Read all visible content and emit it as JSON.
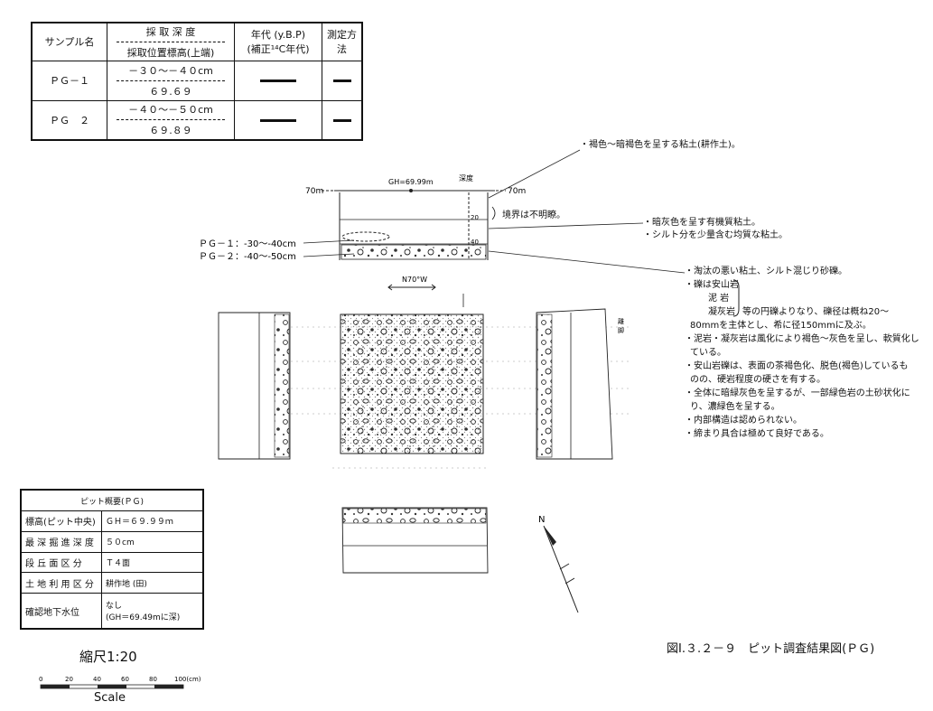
{
  "sample_table": {
    "headers": {
      "sample_name": "サンプル名",
      "depth_top": "採 取 深 度",
      "depth_bottom": "採取位置標高(上端)",
      "age_top": "年代 (y.B.P)",
      "age_bottom": "(補正¹⁴C年代)",
      "method": "測定方法"
    },
    "rows": [
      {
        "name": "ＰＧ－１",
        "depth": "－３０～－４０cm",
        "elevation": "６９.６９"
      },
      {
        "name": "ＰＧ　２",
        "depth": "－４０～－５０cm",
        "elevation": "６９.８９"
      }
    ]
  },
  "section": {
    "elev_left": "70m",
    "elev_right": "70m",
    "gh_label": "GH=69.99m",
    "depth_header": "深度",
    "depth_20": "20",
    "depth_40": "40",
    "pg1_label": "ＰＧ－１：-30～-40cm",
    "pg2_label": "ＰＧ－２：-40～-50cm",
    "direction_label": "N70°W",
    "side_label_a": "離",
    "side_label_b": "脚"
  },
  "notes": {
    "top1": "・褐色～暗褐色を呈する粘土(耕作土)。",
    "boundary": "境界は不明瞭。",
    "layer2a": "・暗灰色を呈す有機質粘土。",
    "layer2b": "・シルト分を少量含む均質な粘土。",
    "layer3": [
      "・淘汰の悪い粘土、シルト混じり砂礫。",
      "・礫は安山岩",
      "泥 岩",
      "凝灰岩",
      "等の円礫よりなり、礫径は概ね20～",
      "80mmを主体とし、希に径150mmに及ぶ。",
      "・泥岩・凝灰岩は風化により褐色～灰色を呈し、軟質化し",
      "ている。",
      "・安山岩礫は、表面の茶褐色化、脱色(褐色)しているも",
      "のの、硬岩程度の硬さを有する。",
      "・全体に暗緑灰色を呈するが、一部緑色岩の土砂状化に",
      "り、濃緑色を呈する。",
      "・内部構造は認められない。",
      "・締まり具合は極めて良好である。"
    ]
  },
  "pit_table": {
    "title": "ピット概要(ＰＧ)",
    "rows": [
      {
        "label": "標高(ピット中央)",
        "value": "ＧＨ＝６９.９９ｍ"
      },
      {
        "label": "最 深 掘 進 深 度",
        "value": "５０cm"
      },
      {
        "label": "段 丘 面 区 分",
        "value": "Ｔ４面"
      },
      {
        "label": "土 地 利 用 区 分",
        "value": "耕作地 (田)"
      },
      {
        "label": "確認地下水位",
        "value": "なし",
        "value2": "(GH＝69.49mに深)"
      }
    ]
  },
  "scale": {
    "title": "縮尺1:20",
    "ticks": [
      "0",
      "20",
      "40",
      "60",
      "80",
      "100(cm)"
    ],
    "label": "Scale"
  },
  "north_label": "N",
  "figure_caption": "図Ⅰ.３.２－９　ピット調査結果図(ＰＧ)"
}
